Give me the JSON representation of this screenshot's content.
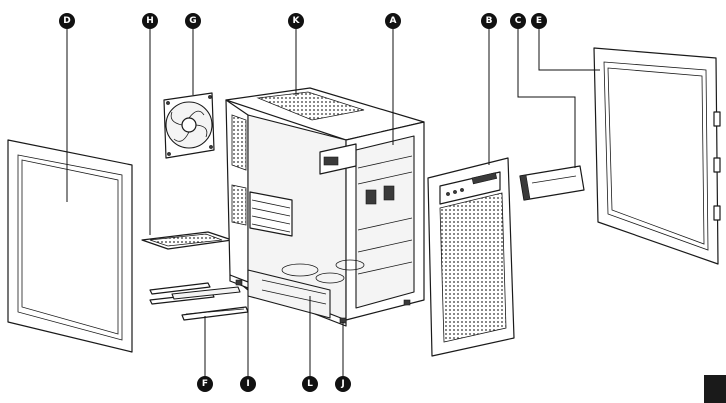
{
  "callouts": [
    {
      "id": "A",
      "label": "A"
    },
    {
      "id": "B",
      "label": "B"
    },
    {
      "id": "C",
      "label": "C"
    },
    {
      "id": "D",
      "label": "D"
    },
    {
      "id": "E",
      "label": "E"
    },
    {
      "id": "F",
      "label": "F"
    },
    {
      "id": "G",
      "label": "G"
    },
    {
      "id": "H",
      "label": "H"
    },
    {
      "id": "I",
      "label": "I"
    },
    {
      "id": "J",
      "label": "J"
    },
    {
      "id": "K",
      "label": "K"
    },
    {
      "id": "L",
      "label": "L"
    }
  ],
  "colors": {
    "line": "#1a1a1a",
    "callout_fill": "#111111",
    "callout_text": "#ffffff",
    "background": "#ffffff"
  },
  "icons": [
    "fan-icon",
    "page-corner-tab"
  ]
}
